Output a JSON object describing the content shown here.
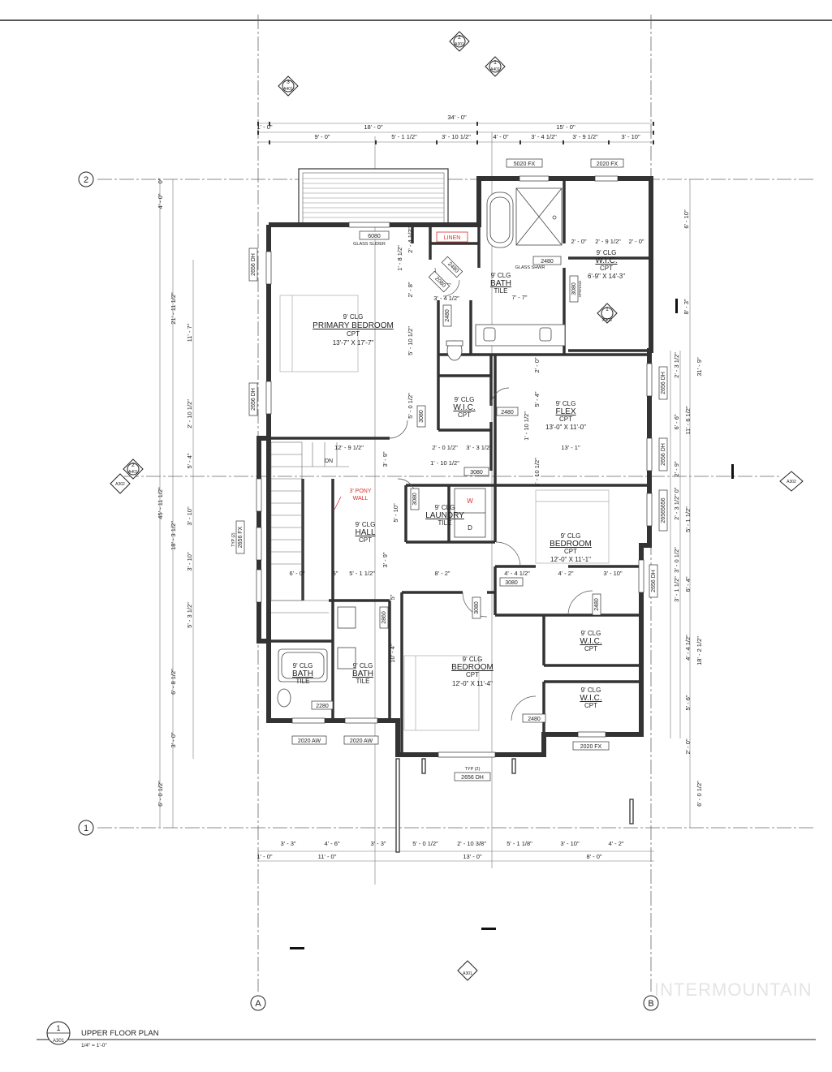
{
  "sheet": {
    "title": "UPPER FLOOR PLAN",
    "scale": "1/4\" = 1'-0\"",
    "callout_number": "1",
    "callout_sheet": "A301",
    "watermark": "INTERMOUNTAIN"
  },
  "grid_lines": {
    "row_2": "2",
    "row_1": "1",
    "col_a": "A",
    "col_b": "B"
  },
  "section_markers": [
    {
      "number": "2",
      "sheet": "A301"
    },
    {
      "number": "1",
      "sheet": "A401"
    },
    {
      "number": "3",
      "sheet": "A401"
    },
    {
      "number": "2",
      "sheet": "A401"
    },
    {
      "number": "A302"
    },
    {
      "number": "A302"
    },
    {
      "number": "1",
      "sheet": "A403"
    },
    {
      "number": "A301"
    }
  ],
  "rooms": {
    "primary_bedroom": {
      "ceiling": "9' CLG",
      "name": "PRIMARY BEDROOM",
      "floor": "CPT",
      "size": "13'-7\" X 17'-7\""
    },
    "bath_primary": {
      "ceiling": "9' CLG",
      "name": "BATH",
      "floor": "TILE"
    },
    "wic_primary": {
      "ceiling": "9' CLG",
      "name": "W.I.C.",
      "floor": "CPT",
      "size": "6'-9\" X 14'-3\""
    },
    "wic_small": {
      "ceiling": "9' CLG",
      "name": "W.I.C.",
      "floor": "CPT"
    },
    "flex": {
      "ceiling": "9' CLG",
      "name": "FLEX",
      "floor": "CPT",
      "size": "13'-0\" X 11'-0\""
    },
    "laundry": {
      "ceiling": "9' CLG",
      "name": "LAUNDRY",
      "floor": "TILE",
      "washer": "W",
      "dryer": "D"
    },
    "hall": {
      "ceiling": "9' CLG",
      "name": "HALL",
      "floor": "CPT"
    },
    "bedroom_east": {
      "ceiling": "9' CLG",
      "name": "BEDROOM",
      "floor": "CPT",
      "size": "12'-0\" X 11'-1\""
    },
    "bedroom_south": {
      "ceiling": "9' CLG",
      "name": "BEDROOM",
      "floor": "CPT",
      "size": "12'-0\" X 11'-4\""
    },
    "bath_a": {
      "ceiling": "9' CLG",
      "name": "BATH",
      "floor": "TILE"
    },
    "bath_b": {
      "ceiling": "9' CLG",
      "name": "BATH",
      "floor": "TILE"
    },
    "wic_east_1": {
      "ceiling": "9' CLG",
      "name": "W.I.C.",
      "floor": "CPT"
    },
    "wic_east_2": {
      "ceiling": "9' CLG",
      "name": "W.I.C.",
      "floor": "CPT"
    }
  },
  "notes": {
    "linen": "LINEN",
    "pony_wall": "3' PONY",
    "pony_wall_2": "WALL",
    "stair_dn": "DN",
    "glass_slider": "GLASS SLIDER",
    "glass_shwr": "GLASS SHWR",
    "opening": "OPENING",
    "typ2": "TYP (2)",
    "typ2b": "TYP (2)"
  },
  "tags": {
    "t6080": "6080",
    "t5020fx": "5020 FX",
    "t2020fx_top": "2020 FX",
    "t2480_a": "2480",
    "t2480_b": "2480",
    "t2480_c": "2480",
    "t2480_d": "2480",
    "t2480_e": "2480",
    "t2480_f": "2480",
    "t2080": "2080",
    "t3080_a": "3080",
    "t3080_b": "3080",
    "t3080_c": "3080",
    "t3080_d": "3080",
    "t3080_e": "3080",
    "t3080_f": "3080",
    "t3080_g": "3080",
    "t2656dh_1": "2656 DH",
    "t2656dh_2": "2656 DH",
    "t2656dh_3": "2656 DH",
    "t2656dh_4": "2656 DH",
    "t2656dh_5": "2656 DH",
    "t2656dh_6": "2656 DH",
    "t2656dh_7": "2656 DH",
    "t2656fx": "2656 FX",
    "t2860": "2860",
    "t2280": "2280",
    "t2020aw_1": "2020 AW",
    "t2020aw_2": "2020 AW",
    "t2020fx_bot": "2020 FX",
    "t26565656": "26565656"
  },
  "dims_top": {
    "overall": "34' - 0\"",
    "a": "1' - 0\"",
    "b": "18' - 0\"",
    "c": "15' - 0\"",
    "d": "9' - 0\"",
    "e": "5' - 1 1/2\"",
    "f": "3' - 10 1/2\"",
    "g": "4' - 0\"",
    "h": "3' - 4 1/2\"",
    "i": "3' - 9 1/2\"",
    "j": "3' - 10\""
  },
  "dims_bottom": {
    "a": "3' - 3\"",
    "b": "4' - 6\"",
    "c": "3' - 3\"",
    "d": "5' - 0 1/2\"",
    "e": "2' - 10 3/8\"",
    "f": "5' - 1 1/8\"",
    "g": "3' - 10\"",
    "h": "4' - 2\"",
    "i": "1' - 0\"",
    "j": "11' - 0\"",
    "k": "13' - 0\"",
    "l": "8' - 0\""
  },
  "dims_left": {
    "overall": "45' - 11 1/2\"",
    "a": "0\"",
    "b": "4' - 0\"",
    "c": "21' - 11 1/2\"",
    "d": "11' - 7\"",
    "e": "2' - 10 1/2\"",
    "f": "5' - 4\"",
    "g": "18' - 3 1/2\"",
    "h": "3' - 10\"",
    "i": "3' - 10\"",
    "j": "5' - 3 1/2\"",
    "k": "6' - 8 1/2\"",
    "l": "3' - 0\"",
    "m": "6' - 0 1/2\""
  },
  "dims_right": {
    "a": "6' - 10\"",
    "b": "8' - 3\"",
    "c": "31' - 9\"",
    "d": "2' - 3 1/2\"",
    "e": "11' - 6 1/2\"",
    "f": "6' - 6\"",
    "g": "2' - 9\"",
    "h": "0\"",
    "i": "2' - 3 1/2\"",
    "j": "5' - 1 1/2\"",
    "k": "3' - 0 1/2\"",
    "l": "6' - 4\"",
    "m": "3' - 1 1/2\"",
    "n": "18' - 2 1/2\"",
    "o": "4' - 4 1/2\"",
    "p": "5' - 6\"",
    "q": "2' - 0\"",
    "r": "6' - 0 1/2\""
  },
  "dims_interior": {
    "a": "1' - 8 1/2\"",
    "b": "2' - 4 1/2\"",
    "c": "2' - 8\"",
    "d": "3' - 4 1/2\"",
    "e": "7' - 7\"",
    "f": "5' - 10 1/2\"",
    "g": "2' - 0\"",
    "h": "2' - 9 1/2\"",
    "i": "2' - 0\"",
    "j": "12' - 9 1/2\"",
    "k": "2' - 0 1/2\"",
    "l": "3' - 3 1/2\"",
    "m": "1' - 10 1/2\"",
    "n": "13' - 1\"",
    "o": "5' - 0 1/2\"",
    "p": "1' - 10 1/2\"",
    "q": "5' - 4\"",
    "r": "2' - 0\"",
    "s": "3' - 9\"",
    "t": "5' - 10\"",
    "u": "3' - 9\"",
    "v": "6' - 0\"",
    "w": "5\"",
    "x": "5' - 1 1/2\"",
    "y": "8' - 2\"",
    "z": "4' - 4 1/2\"",
    "aa": "4' - 2\"",
    "ab": "3' - 10\"",
    "ac": "10' - 4\"",
    "ad": "5\"",
    "ae": "1' - 10 1/2\""
  }
}
